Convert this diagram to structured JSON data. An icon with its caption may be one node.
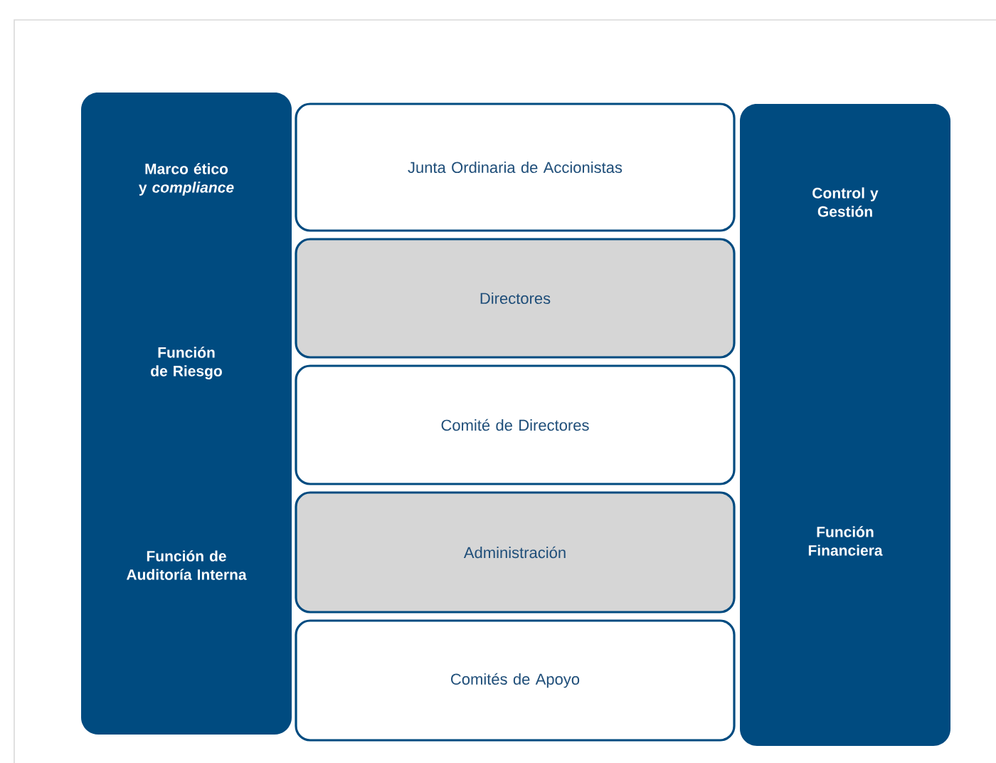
{
  "diagram": {
    "nodes": [
      {
        "text": [
          "Marco ético y *compliance*",
          "Función de Riesgo",
          "Función de Auditoría Interna"
        ]
      },
      {
        "text": [
          "Junta Ordinaria de Accionistas"
        ]
      },
      {
        "text": [
          "Directores"
        ]
      },
      {
        "text": [
          "Comité de Directores"
        ]
      },
      {
        "text": [
          "Administración"
        ]
      },
      {
        "text": [
          "Comités de Apoyo"
        ]
      },
      {
        "text": [
          "Control y Gestión",
          "Función Financiera"
        ]
      }
    ]
  }
}
